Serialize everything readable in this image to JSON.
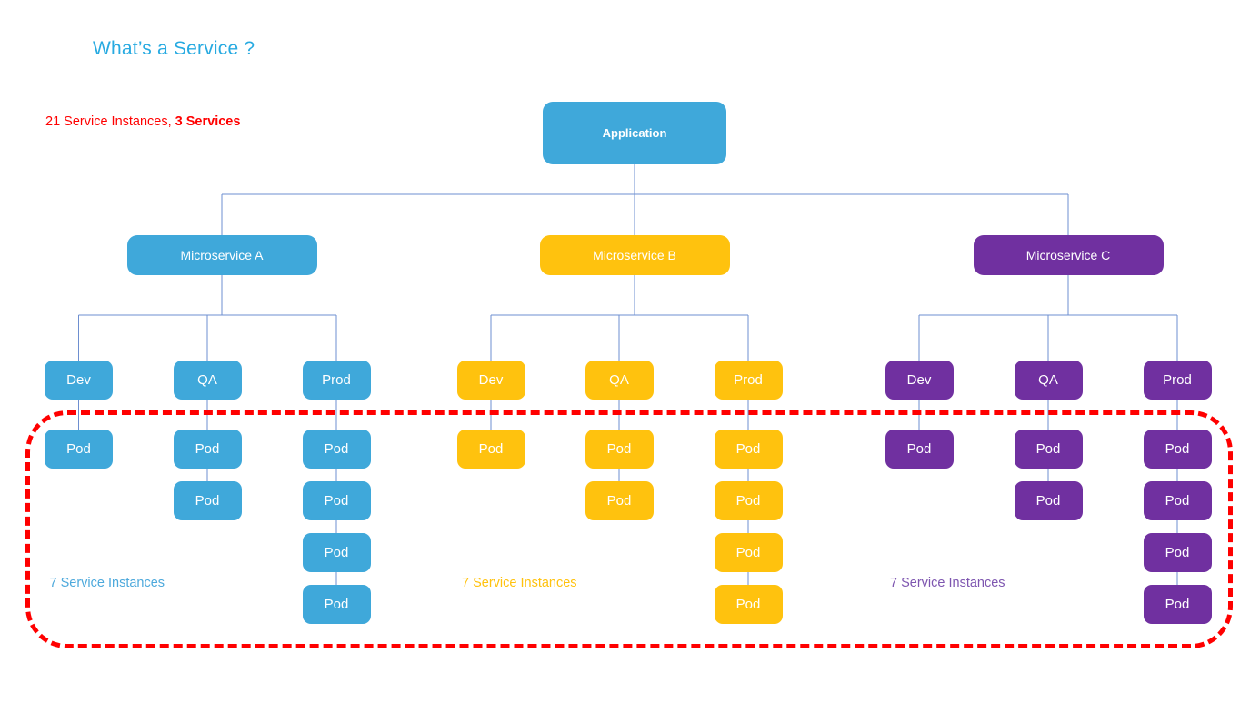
{
  "slide": {
    "title": "What’s a Service ?",
    "summary_prefix": "21 Service Instances, ",
    "summary_bold": "3 Services",
    "title_color": "#27AAE1",
    "summary_color": "#FF0000",
    "boundary_color": "#FF0000",
    "connector_color": "#6E8FD0"
  },
  "root": {
    "label": "Application",
    "color": "#3FA8DA"
  },
  "branches": [
    {
      "id": "a",
      "label": "Microservice A",
      "color": "#3FA8DA",
      "caption": "7 Service Instances",
      "caption_color": "#4DA9DC",
      "environments": [
        {
          "label": "Dev",
          "pods": [
            "Pod"
          ]
        },
        {
          "label": "QA",
          "pods": [
            "Pod",
            "Pod"
          ]
        },
        {
          "label": "Prod",
          "pods": [
            "Pod",
            "Pod",
            "Pod",
            "Pod"
          ]
        }
      ]
    },
    {
      "id": "b",
      "label": "Microservice B",
      "color": "#FFC20E",
      "caption": "7 Service Instances",
      "caption_color": "#FFC20E",
      "environments": [
        {
          "label": "Dev",
          "pods": [
            "Pod"
          ]
        },
        {
          "label": "QA",
          "pods": [
            "Pod",
            "Pod"
          ]
        },
        {
          "label": "Prod",
          "pods": [
            "Pod",
            "Pod",
            "Pod",
            "Pod"
          ]
        }
      ]
    },
    {
      "id": "c",
      "label": "Microservice C",
      "color": "#7030A0",
      "caption": "7 Service Instances",
      "caption_color": "#7E56B0",
      "environments": [
        {
          "label": "Dev",
          "pods": [
            "Pod"
          ]
        },
        {
          "label": "QA",
          "pods": [
            "Pod",
            "Pod"
          ]
        },
        {
          "label": "Prod",
          "pods": [
            "Pod",
            "Pod",
            "Pod",
            "Pod"
          ]
        }
      ]
    }
  ]
}
